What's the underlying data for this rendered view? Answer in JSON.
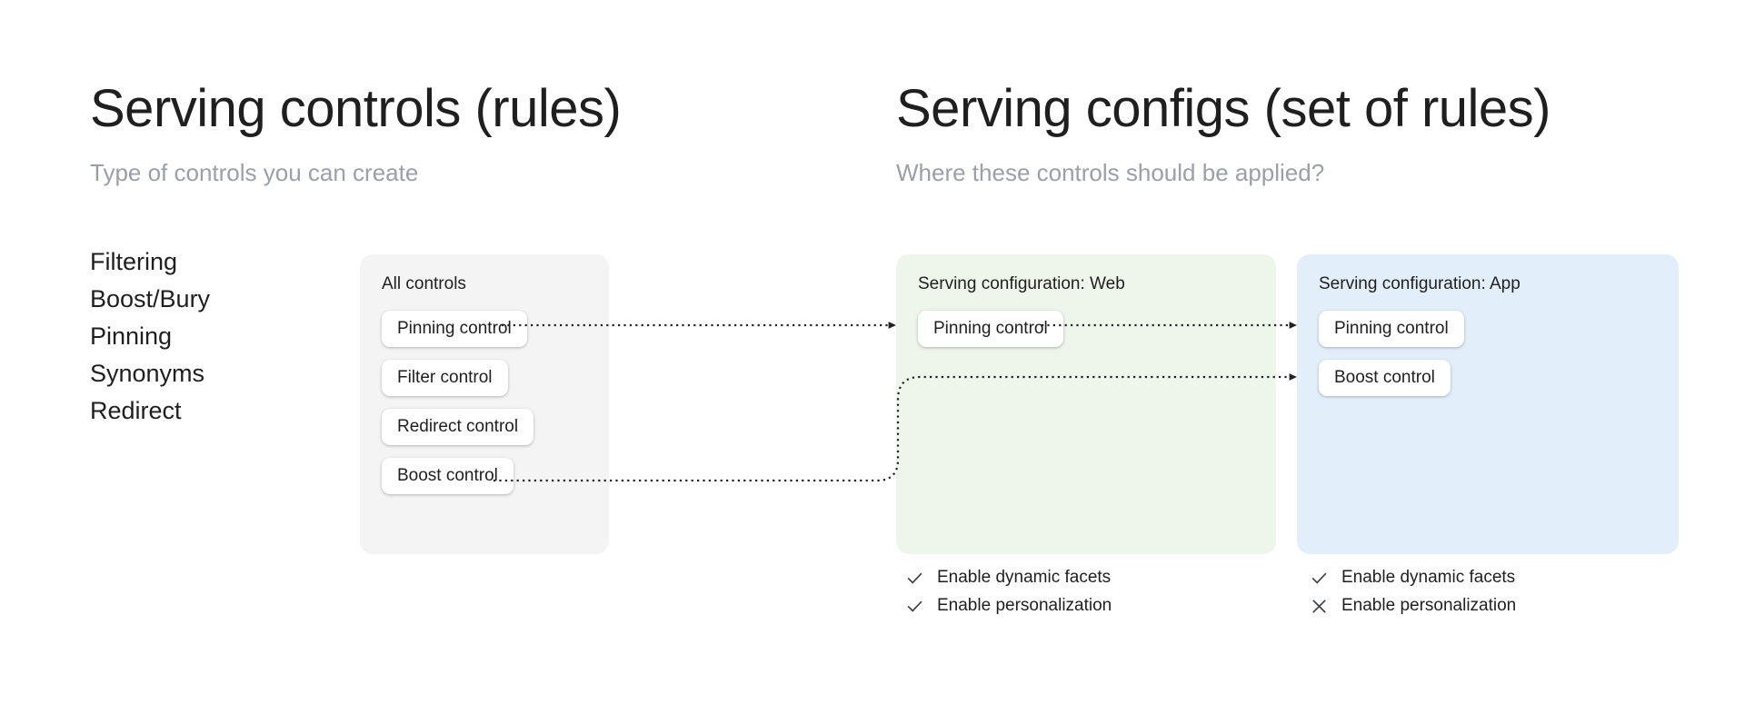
{
  "columns": {
    "left": {
      "title": "Serving controls (rules)",
      "subtitle": "Type of controls you can create"
    },
    "right": {
      "title": "Serving configs (set of rules)",
      "subtitle": "Where these controls should be applied?"
    }
  },
  "control_types": [
    {
      "label": "Filtering"
    },
    {
      "label": "Boost/Bury"
    },
    {
      "label": "Pinning"
    },
    {
      "label": "Synonyms"
    },
    {
      "label": "Redirect"
    }
  ],
  "panels": {
    "all_controls": {
      "title": "All controls",
      "background_color": "#f4f4f4",
      "chips": [
        {
          "label": "Pinning control"
        },
        {
          "label": "Filter control"
        },
        {
          "label": "Redirect control"
        },
        {
          "label": "Boost control"
        }
      ]
    },
    "serving_config_web": {
      "title": "Serving configuration: Web",
      "background_color": "#eef5ea",
      "chips": [
        {
          "label": "Pinning control"
        }
      ],
      "options": [
        {
          "label": "Enable dynamic facets",
          "state": "check"
        },
        {
          "label": "Enable personalization",
          "state": "check"
        }
      ]
    },
    "serving_config_app": {
      "title": "Serving configuration: App",
      "background_color": "#e2effb",
      "chips": [
        {
          "label": "Pinning control"
        },
        {
          "label": "Boost control"
        }
      ],
      "options": [
        {
          "label": "Enable dynamic facets",
          "state": "check"
        },
        {
          "label": "Enable personalization",
          "state": "cross"
        }
      ]
    }
  },
  "connectors": [
    {
      "from": "all-controls.pinning-control",
      "to": "serving-config-web.pinning-control",
      "style": "dotted",
      "arrow": "end"
    },
    {
      "from": "serving-config-web.pinning-control",
      "to": "serving-config-app.pinning-control",
      "style": "dotted",
      "arrow": "end"
    },
    {
      "from": "all-controls.boost-control",
      "to": "serving-config-app.boost-control",
      "style": "dotted",
      "arrow": "end"
    }
  ],
  "colors": {
    "page_background": "#ffffff",
    "text_primary": "#1f1f1f",
    "text_muted": "#9aa0a6",
    "panel_neutral": "#f4f4f4",
    "panel_green": "#eef5ea",
    "panel_blue": "#e2effb",
    "chip_background": "#ffffff",
    "connector": "#202124"
  }
}
